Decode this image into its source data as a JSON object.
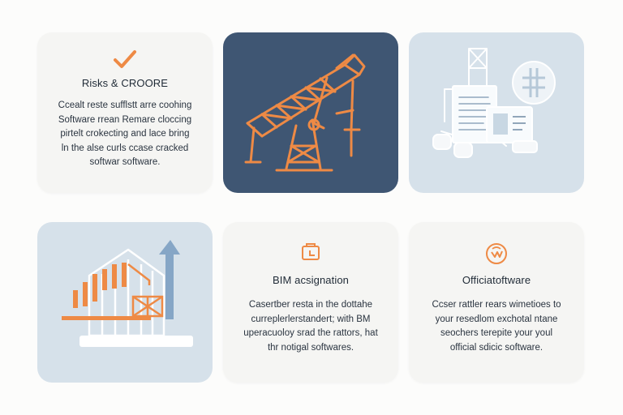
{
  "cards": [
    {
      "title": "Risks & CROORE",
      "icon": "checkmark-icon",
      "lines": [
        "Ccealt reste sufflstt arre coohing",
        "Software rrean Remare cloccing",
        "pirtelt crokecting and lace bring",
        "ln the alse curls ccase cracked",
        "softwar software."
      ]
    },
    {
      "illustration": "crane-truss-illustration"
    },
    {
      "illustration": "documents-servers-illustration"
    },
    {
      "illustration": "building-growth-illustration"
    },
    {
      "title": "BIM acsignation",
      "icon": "wallet-icon",
      "lines": [
        "Casertber resta in the dottahe",
        "curreplerlerstandert; with BM",
        "uperacuoloy srad the rattors, hat",
        "thr notigal softwares."
      ]
    },
    {
      "title": "Officiatoftware",
      "icon": "heart-badge-icon",
      "lines": [
        "Ccser rattler rears wimetioes to",
        "your resedlom exchotal ntane",
        "seochers terepite your youl",
        "official sdicic software."
      ]
    }
  ],
  "colors": {
    "accent": "#ee8a45",
    "navy": "#3f5673",
    "mist": "#d6e1ea",
    "card": "#f5f5f3",
    "text": "#1f2a36"
  }
}
